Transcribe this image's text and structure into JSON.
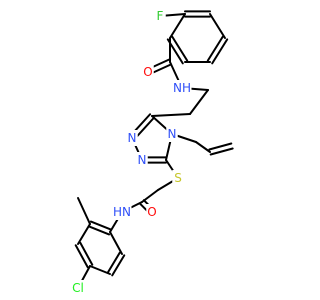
{
  "colors": {
    "bond": "#000000",
    "background": "#ffffff",
    "F": "#33cc33",
    "O": "#ff0d0d",
    "N": "#3050f8",
    "S": "#c6c62c",
    "Cl": "#1ff01f"
  },
  "molecule": {
    "atoms": [
      {
        "id": "F",
        "symbol": "F"
      },
      {
        "id": "O1",
        "symbol": "O"
      },
      {
        "id": "N1",
        "symbol": "N",
        "suffix": "H"
      },
      {
        "id": "N2",
        "symbol": "N"
      },
      {
        "id": "N3",
        "symbol": "N"
      },
      {
        "id": "N4",
        "symbol": "N"
      },
      {
        "id": "S",
        "symbol": "S"
      },
      {
        "id": "O2",
        "symbol": "O"
      },
      {
        "id": "N5",
        "symbol": "N",
        "prefix": "H"
      },
      {
        "id": "Cl",
        "symbol": "Cl"
      }
    ]
  }
}
